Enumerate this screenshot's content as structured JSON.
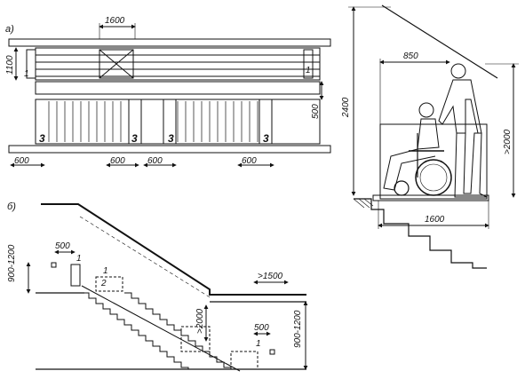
{
  "labels": {
    "panel_a": "а)",
    "panel_b": "б)"
  },
  "plan": {
    "top_width": "1600",
    "left_height": "1100",
    "marker_left": "1",
    "marker_right": "1",
    "side_depth": "500",
    "lift_left": "3",
    "lift_mid_a": "3",
    "lift_mid_b": "3",
    "lift_right": "3",
    "gap_1": "600",
    "gap_2": "600",
    "gap_3": "600",
    "gap_4": "600"
  },
  "elevation": {
    "height_total": "2400",
    "reach": "850",
    "clear_height": ">2000",
    "platform_length": "1600"
  },
  "section": {
    "rail_height_left": "900-1200",
    "width_top": "500",
    "marker_top": "1",
    "marker_1": "1",
    "marker_2": "2",
    "landing": ">1500",
    "clear_mid": ">2000",
    "width_bottom": "500",
    "marker_bottom": "1",
    "rail_height_right": "900-1200"
  }
}
